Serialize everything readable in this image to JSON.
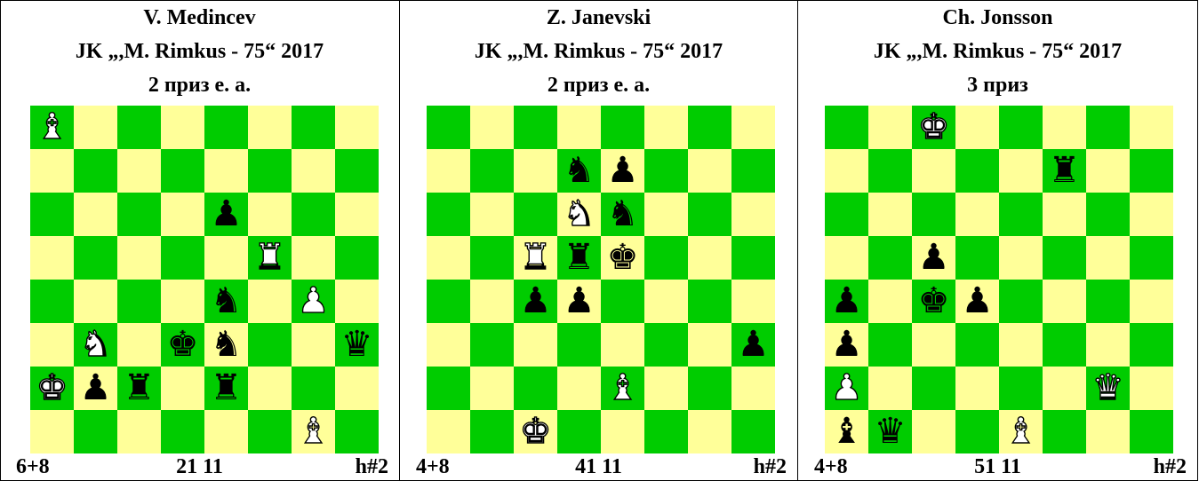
{
  "problems": [
    {
      "author": "V. Medincev",
      "source": "JK „,M. Rimkus - 75“ 2017",
      "award": "2 приз е. а.",
      "material": "6+8",
      "code": "21 11",
      "stipulation": "h#2",
      "pieces": [
        {
          "square": "a8",
          "color": "white",
          "type": "bishop-icon",
          "glyph": "♝"
        },
        {
          "square": "e6",
          "color": "black",
          "type": "pawn-icon",
          "glyph": "♟"
        },
        {
          "square": "f5",
          "color": "white",
          "type": "rook-icon",
          "glyph": "♜"
        },
        {
          "square": "e4",
          "color": "black",
          "type": "knight-icon",
          "glyph": "♞"
        },
        {
          "square": "g4",
          "color": "white",
          "type": "pawn-icon",
          "glyph": "♟"
        },
        {
          "square": "b3",
          "color": "white",
          "type": "knight-icon",
          "glyph": "♞"
        },
        {
          "square": "d3",
          "color": "black",
          "type": "king-icon",
          "glyph": "♚"
        },
        {
          "square": "e3",
          "color": "black",
          "type": "knight-icon",
          "glyph": "♞"
        },
        {
          "square": "h3",
          "color": "black",
          "type": "queen-icon",
          "glyph": "♛"
        },
        {
          "square": "a2",
          "color": "white",
          "type": "king-icon",
          "glyph": "♚"
        },
        {
          "square": "b2",
          "color": "black",
          "type": "pawn-icon",
          "glyph": "♟"
        },
        {
          "square": "c2",
          "color": "black",
          "type": "rook-icon",
          "glyph": "♜"
        },
        {
          "square": "e2",
          "color": "black",
          "type": "rook-icon",
          "glyph": "♜"
        },
        {
          "square": "g1",
          "color": "white",
          "type": "bishop-icon",
          "glyph": "♝"
        }
      ]
    },
    {
      "author": "Z. Janevski",
      "source": "JK „,M. Rimkus - 75“ 2017",
      "award": "2 приз е. а.",
      "material": "4+8",
      "code": "41 11",
      "stipulation": "h#2",
      "pieces": [
        {
          "square": "d7",
          "color": "black",
          "type": "knight-icon",
          "glyph": "♞"
        },
        {
          "square": "e7",
          "color": "black",
          "type": "pawn-icon",
          "glyph": "♟"
        },
        {
          "square": "d6",
          "color": "white",
          "type": "knight-icon",
          "glyph": "♞"
        },
        {
          "square": "e6",
          "color": "black",
          "type": "knight-icon",
          "glyph": "♞"
        },
        {
          "square": "c5",
          "color": "white",
          "type": "rook-icon",
          "glyph": "♜"
        },
        {
          "square": "d5",
          "color": "black",
          "type": "rook-icon",
          "glyph": "♜"
        },
        {
          "square": "e5",
          "color": "black",
          "type": "king-icon",
          "glyph": "♚"
        },
        {
          "square": "c4",
          "color": "black",
          "type": "pawn-icon",
          "glyph": "♟"
        },
        {
          "square": "d4",
          "color": "black",
          "type": "pawn-icon",
          "glyph": "♟"
        },
        {
          "square": "h3",
          "color": "black",
          "type": "pawn-icon",
          "glyph": "♟"
        },
        {
          "square": "e2",
          "color": "white",
          "type": "bishop-icon",
          "glyph": "♝"
        },
        {
          "square": "c1",
          "color": "white",
          "type": "king-icon",
          "glyph": "♚"
        }
      ]
    },
    {
      "author": "Ch. Jonsson",
      "source": "JK „,M. Rimkus - 75“ 2017",
      "award": "3 приз",
      "material": "4+8",
      "code": "51 11",
      "stipulation": "h#2",
      "pieces": [
        {
          "square": "c8",
          "color": "white",
          "type": "king-icon",
          "glyph": "♚"
        },
        {
          "square": "f7",
          "color": "black",
          "type": "rook-icon",
          "glyph": "♜"
        },
        {
          "square": "c5",
          "color": "black",
          "type": "pawn-icon",
          "glyph": "♟"
        },
        {
          "square": "a4",
          "color": "black",
          "type": "pawn-icon",
          "glyph": "♟"
        },
        {
          "square": "c4",
          "color": "black",
          "type": "king-icon",
          "glyph": "♚"
        },
        {
          "square": "d4",
          "color": "black",
          "type": "pawn-icon",
          "glyph": "♟"
        },
        {
          "square": "a3",
          "color": "black",
          "type": "pawn-icon",
          "glyph": "♟"
        },
        {
          "square": "a2",
          "color": "white",
          "type": "pawn-icon",
          "glyph": "♟"
        },
        {
          "square": "g2",
          "color": "white",
          "type": "queen-icon",
          "glyph": "♛"
        },
        {
          "square": "a1",
          "color": "black",
          "type": "bishop-icon",
          "glyph": "♝"
        },
        {
          "square": "b1",
          "color": "black",
          "type": "queen-icon",
          "glyph": "♛"
        },
        {
          "square": "e1",
          "color": "white",
          "type": "bishop-icon",
          "glyph": "♝"
        }
      ]
    }
  ],
  "colors": {
    "light": "#ffff99",
    "dark": "#00cc00"
  }
}
